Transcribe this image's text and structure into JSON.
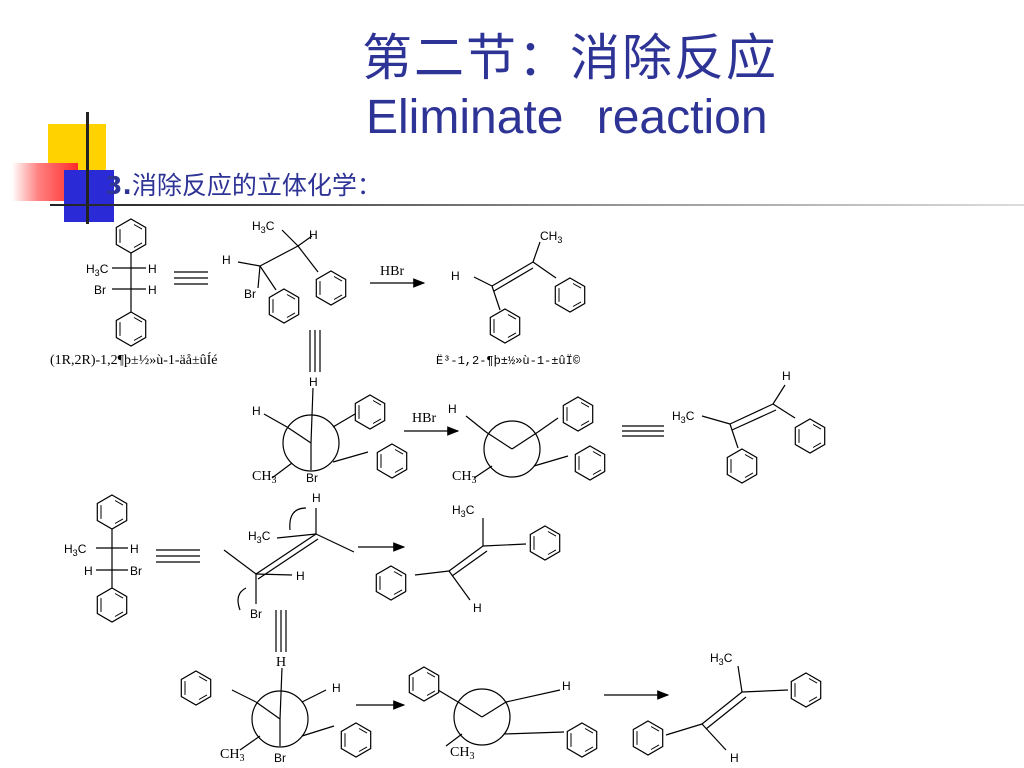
{
  "title": {
    "chinese": "第二节：消除反应",
    "english": "Eliminate  reaction"
  },
  "section": {
    "number": "3.",
    "heading": "消除反应的立体化学："
  },
  "colors": {
    "title": "#2e3396",
    "accent_yellow": "#ffd200",
    "accent_red": "#ff3b3b",
    "accent_blue": "#2a2ad6"
  },
  "scheme": {
    "reagent": "HBr",
    "reactant_name": "(1R,2R)-1,2¶þ±½»ù-1-äå±ûÍé",
    "product_name": "Ë³-1,2-¶þ±½»ù-1-±ûÏ©",
    "labels": {
      "H": "H",
      "H3C_main": "H",
      "H3C_sub": "3",
      "H3C_tail": "C",
      "CH3_main": "CH",
      "CH3_sub": "3",
      "Br": "Br"
    }
  }
}
